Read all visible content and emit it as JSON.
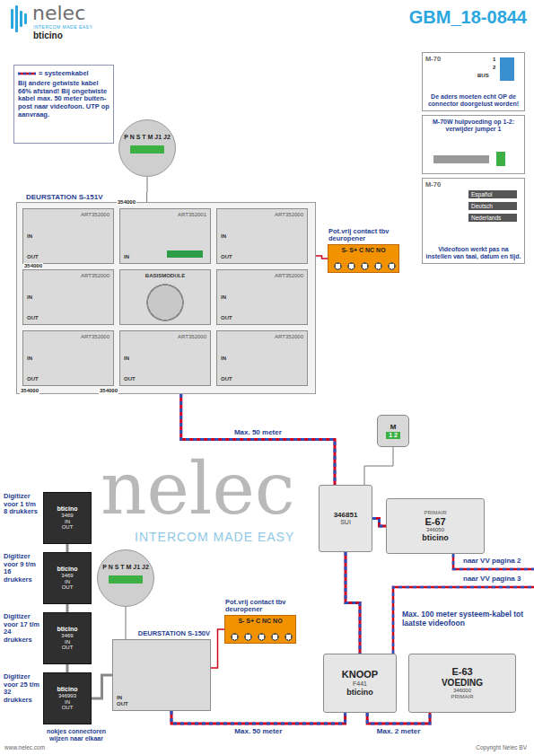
{
  "diagram": {
    "title": "GBM_18-0844",
    "nodes": [
      {
        "text": [
          "Bij andere getwiste kabel 66% afstand! Bij ongetwiste kabel max. 50 meter buiten-post naar videofoon. UTP op aanvraag."
        ]
      },
      {
        "text": [
          "M-70",
          "De aders moeten echt OP de connector doorgelust worden!"
        ]
      },
      {
        "text": [
          "M-70W hulpvoeding op 1-2: verwijder jumper 1"
        ]
      },
      {
        "text": [
          "M-70",
          "Videofoon werkt pas na instellen van taal, datum en tijd."
        ]
      },
      {
        "text": [
          "DEURSTATION S-151V"
        ]
      },
      {
        "text": [
          "ART352000",
          "IN",
          "OUT"
        ],
        "in": 4
      },
      {
        "text": [
          "ART352001",
          "IN"
        ],
        "in": 4
      },
      {
        "text": [
          "ART352000",
          "IN",
          "OUT"
        ],
        "in": 4
      },
      {
        "text": [
          "ART352000",
          "IN",
          "OUT"
        ],
        "in": 4
      },
      {
        "text": [
          "BASISMODULE"
        ],
        "in": 4
      },
      {
        "text": [
          "ART352000",
          "IN",
          "OUT"
        ],
        "in": 4
      },
      {
        "text": [
          "ART352000",
          "IN",
          "OUT"
        ],
        "in": 4
      },
      {
        "text": [
          "ART352000",
          "IN",
          "OUT"
        ],
        "in": 4
      },
      {
        "text": [
          "ART352000",
          "IN",
          "OUT"
        ],
        "in": 4
      },
      {
        "text": [
          "Pot.vrij contact tbv deuropener",
          "S- S+ C NC NO"
        ]
      },
      {
        "text": [
          "346851",
          "SUI"
        ]
      },
      {
        "text": [
          "PRIMAIR",
          "E-67",
          "346050",
          "bticino"
        ]
      },
      {
        "text": [
          "KNOOP",
          "F441",
          "bticino"
        ]
      },
      {
        "text": [
          "E-63",
          "VOEDING",
          "346000",
          "PRIMAIR"
        ]
      },
      {
        "text": [
          "Digitizer voor 1 t/m 8 drukkers",
          "bticino",
          "3469",
          "IN",
          "OUT"
        ]
      },
      {
        "text": [
          "Digitizer voor 9 t/m 16 drukkers",
          "bticino",
          "3469",
          "IN",
          "OUT"
        ]
      },
      {
        "text": [
          "Digitizer voor 17 t/m 24 drukkers",
          "bticino",
          "3469",
          "IN",
          "OUT"
        ]
      },
      {
        "text": [
          "Digitizer voor 25 t/m 32 drukkers",
          "bticino",
          "346993",
          "IN",
          "OUT"
        ]
      },
      {
        "text": [
          "DEURSTATION S-150V",
          "IN",
          "OUT"
        ]
      },
      {
        "text": [
          "Pot.vrij contact tbv deuropener",
          "S- S+ C NC NO"
        ]
      },
      {
        "text": [
          "P N S T M J1 J2"
        ]
      },
      {
        "text": [
          "P N S T M J1 J2"
        ]
      },
      {
        "text": [
          "M",
          "1 2"
        ]
      }
    ],
    "edges": [
      {
        "from": 4,
        "to": 15,
        "arrow": "none",
        "label": "Max. 50 meter"
      },
      {
        "from": 15,
        "to": 16,
        "arrow": "none"
      },
      {
        "from": 15,
        "to": 17,
        "arrow": "none"
      },
      {
        "from": 17,
        "to": 18,
        "arrow": "none",
        "label": "Max. 2 meter"
      },
      {
        "from": 23,
        "to": 17,
        "arrow": "none",
        "label": "Max. 50 meter"
      },
      {
        "from": 4,
        "to": 14,
        "arrow": "none"
      },
      {
        "from": 23,
        "to": 24,
        "arrow": "none"
      },
      {
        "from": 19,
        "to": 20,
        "arrow": "none"
      },
      {
        "from": 20,
        "to": 21,
        "arrow": "none"
      },
      {
        "from": 21,
        "to": 22,
        "arrow": "none"
      },
      {
        "from": 22,
        "to": 23,
        "arrow": "none"
      },
      {
        "from": 25,
        "to": 6,
        "arrow": "none"
      },
      {
        "from": 26,
        "to": 23,
        "arrow": "none"
      },
      {
        "from": 27,
        "to": 15,
        "arrow": "none"
      },
      {
        "from": 6,
        "to": 5,
        "arrow": "none"
      },
      {
        "from": 5,
        "to": 8,
        "arrow": "none"
      },
      {
        "from": 8,
        "to": 11,
        "arrow": "none"
      },
      {
        "from": 11,
        "to": 12,
        "arrow": "none"
      },
      {
        "from": 12,
        "to": 13,
        "arrow": "none"
      },
      {
        "from": 13,
        "to": 10,
        "arrow": "none"
      },
      {
        "from": 10,
        "to": 7,
        "arrow": "none"
      }
    ],
    "labels": [
      "nelec",
      "INTERCOM MADE EASY",
      "bticino",
      "1",
      "2",
      "BUS",
      "Español",
      "Deutsch",
      "Nederlands",
      "354000",
      "354000",
      "354000",
      "354000",
      "naar VV pagina 2",
      "naar VV pagina 3",
      "Max. 100 meter systeem-kabel tot laatste videofoon",
      "nokjes connectoren wijzen naar elkaar",
      "www.nelec.com",
      "Copyright Nelec BV",
      "nelec",
      "INTERCOM MADE EASY"
    ],
    "legend": [
      {
        "text": "= systeemkabel"
      }
    ]
  }
}
